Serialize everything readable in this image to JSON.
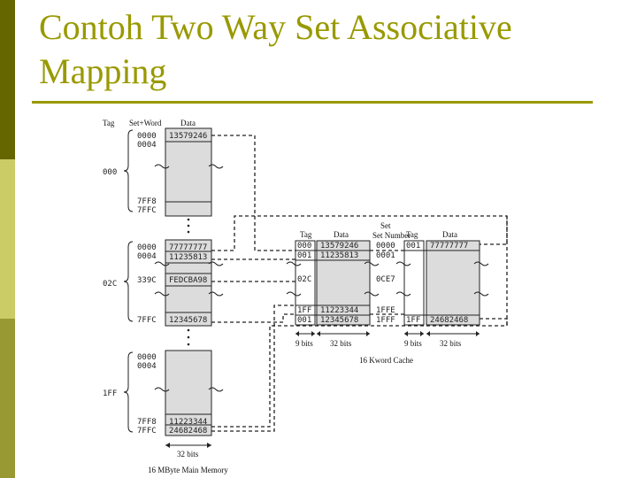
{
  "slide": {
    "title_line1": "Contoh Two Way Set Associative",
    "title_line2": "Mapping"
  },
  "colors": {
    "accent": "#999900",
    "bar_dark": "#666600",
    "bar_light": "#cccc66",
    "bar_mid": "#999933"
  },
  "diagram": {
    "headers": {
      "tag": "Tag",
      "set_word": "Set+Word",
      "data": "Data"
    },
    "main_memory": {
      "group1": {
        "tag": "000",
        "addrs": [
          "0000",
          "0004",
          "7FF8",
          "7FFC"
        ],
        "data": [
          "13579246"
        ]
      },
      "group2": {
        "tag": "02C",
        "addrs": [
          "0000",
          "0004",
          "339C",
          "7FFC"
        ],
        "data": [
          "77777777",
          "11235813",
          "FEDCBA98",
          "12345678"
        ]
      },
      "group3": {
        "tag": "1FF",
        "addrs": [
          "0000",
          "0004",
          "7FF8",
          "7FFC"
        ],
        "data": [
          "11223344",
          "24682468"
        ]
      },
      "width_label": "32 bits",
      "caption": "16 MByte Main Memory"
    },
    "cache": {
      "header_tag": "Tag",
      "header_data": "Data",
      "set_number": "Set Number",
      "way1_tags": [
        "000",
        "001",
        "02C",
        "1FF",
        "001"
      ],
      "way1_data": [
        "13579246",
        "11235813",
        "11223344",
        "12345678"
      ],
      "set_numbers": [
        "0000",
        "0001",
        "0CE7",
        "1FFE",
        "1FFF"
      ],
      "way2_tags": [
        "001",
        "1FF"
      ],
      "way2_data": [
        "77777777",
        "24682468"
      ],
      "bits9": "9 bits",
      "bits32": "32 bits",
      "caption": "16 Kword Cache"
    }
  }
}
